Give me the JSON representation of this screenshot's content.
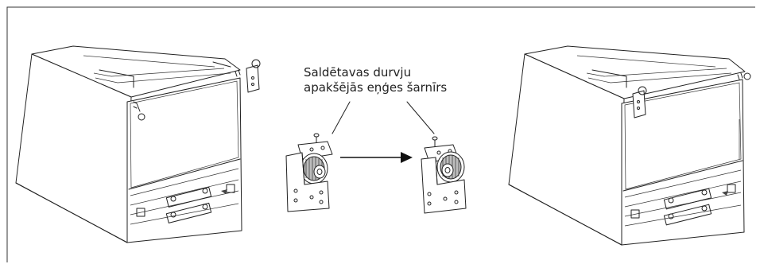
{
  "callout": {
    "line1": "Saldētavas durvju",
    "line2": "apakšējās eņģes šarnīrs"
  },
  "colors": {
    "line": "#222222",
    "frame": "#333333",
    "background": "#ffffff"
  },
  "icons": [
    "cabinet-before-illustration",
    "hinge-before-illustration",
    "direction-arrow-icon",
    "hinge-after-illustration",
    "cabinet-after-illustration"
  ]
}
